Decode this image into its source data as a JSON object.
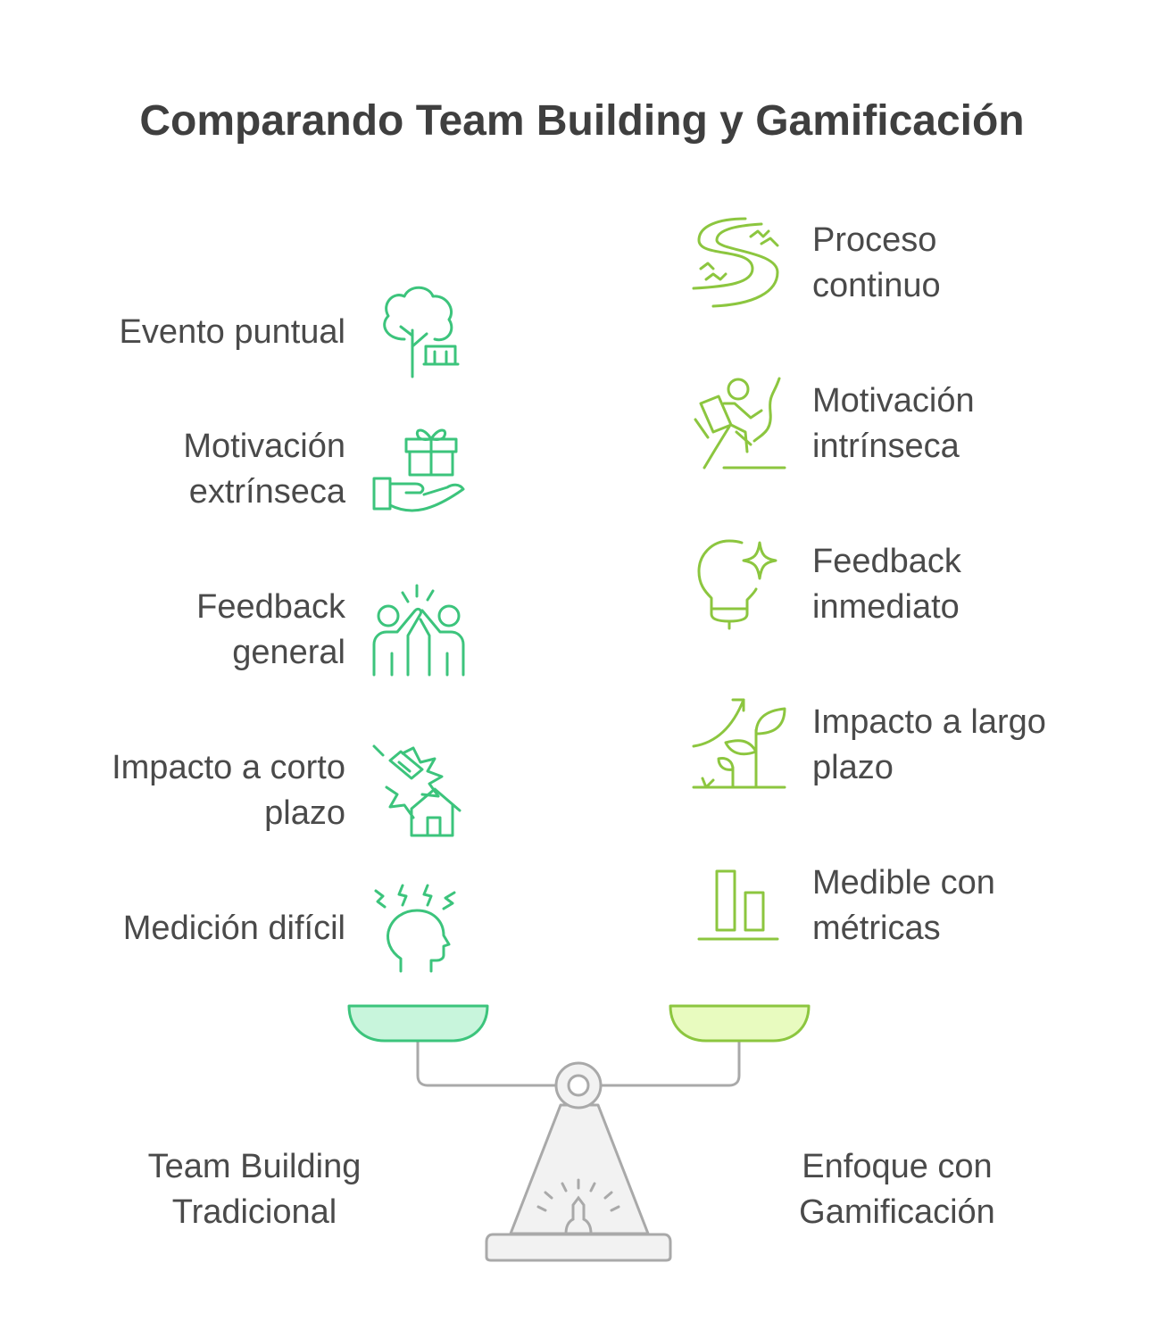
{
  "title": "Comparando Team Building y Gamificación",
  "colors": {
    "left_accent": "#3cc47c",
    "right_accent": "#8cc63f",
    "left_pan": "#c8f5dc",
    "right_pan": "#e8fbbf",
    "scale": "#a9a9a9"
  },
  "left": {
    "name": [
      "Team Building",
      "Tradicional"
    ],
    "items": [
      {
        "lines": [
          "Evento puntual"
        ],
        "icon": "tree-icon"
      },
      {
        "lines": [
          "Motivación",
          "extrínseca"
        ],
        "icon": "gift-hand-icon"
      },
      {
        "lines": [
          "Feedback",
          "general"
        ],
        "icon": "high-five-icon"
      },
      {
        "lines": [
          "Impacto a corto",
          "plazo"
        ],
        "icon": "storm-house-icon"
      },
      {
        "lines": [
          "Medición difícil"
        ],
        "icon": "stressed-head-icon"
      }
    ]
  },
  "right": {
    "name": [
      "Enfoque con",
      "Gamificación"
    ],
    "items": [
      {
        "lines": [
          "Proceso",
          "continuo"
        ],
        "icon": "river-path-icon"
      },
      {
        "lines": [
          "Motivación",
          "intrínseca"
        ],
        "icon": "climber-icon"
      },
      {
        "lines": [
          "Feedback",
          "inmediato"
        ],
        "icon": "idea-bulb-icon"
      },
      {
        "lines": [
          "Impacto a largo",
          "plazo"
        ],
        "icon": "growth-plant-icon"
      },
      {
        "lines": [
          "Medible con",
          "métricas"
        ],
        "icon": "bar-chart-icon"
      }
    ]
  }
}
